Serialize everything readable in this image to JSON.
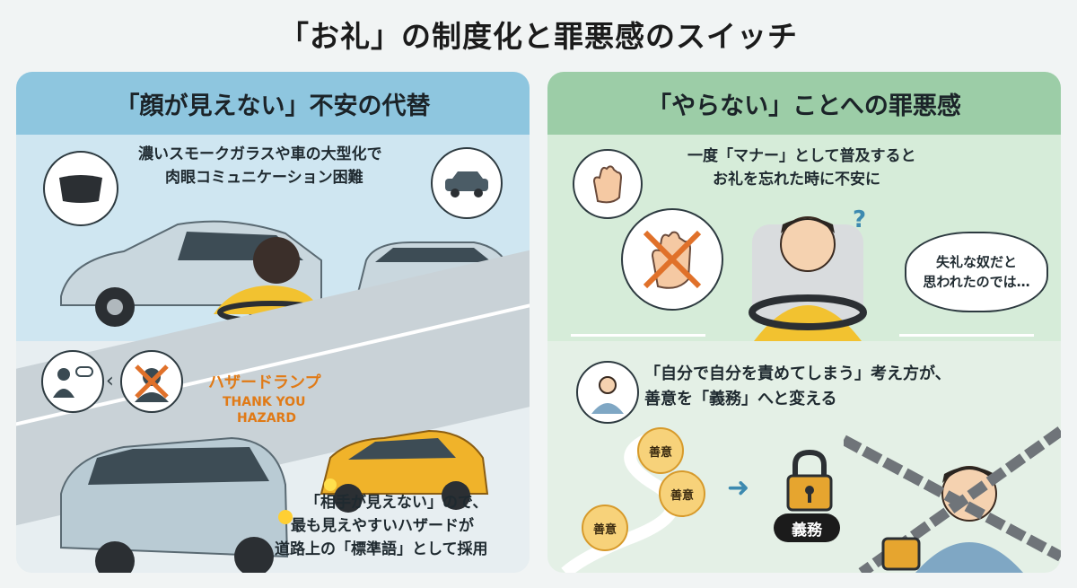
{
  "title": "「お礼」の制度化と罪悪感のスイッチ",
  "left_panel": {
    "header": "「顔が見えない」不安の代替",
    "smoke_text_line1": "濃いスモークガラスや車の大型化で",
    "smoke_text_line2": "肉眼コミュニケーション困難",
    "hazard_label": "ハザードランプ",
    "thank_you_line1": "THANK YOU",
    "thank_you_line2": "HAZARD",
    "bottom_text_line1": "「相手が見えない」ので、",
    "bottom_text_line2": "最も見えやすいハザードが",
    "bottom_text_line3": "道路上の「標準語」として採用"
  },
  "right_panel": {
    "header": "「やらない」ことへの罪悪感",
    "manner_text_line1": "一度「マナー」として普及すると",
    "manner_text_line2": "お礼を忘れた時に不安に",
    "thought_line1": "失礼な奴だと",
    "thought_line2": "思われたのでは…",
    "question_mark": "?",
    "self_blame_line1": "「自分で自分を責めてしまう」考え方が、",
    "self_blame_line2": "善意を「義務」へと変える",
    "goodwill_tags": [
      "善意",
      "善意",
      "善意"
    ],
    "duty_label": "義務"
  },
  "colors": {
    "left_header": "#8ec6df",
    "right_header": "#9ccda7",
    "hazard_orange": "#e07a16",
    "arrow_blue": "#3d8ab0",
    "lock_gold": "#e6a52f"
  }
}
